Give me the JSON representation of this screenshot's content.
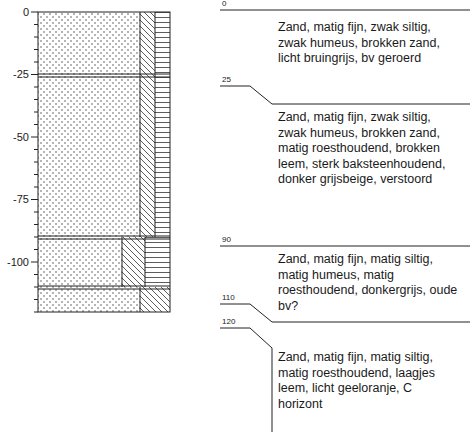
{
  "diagram": {
    "labels": [
      "0",
      "-25",
      "-50",
      "-75",
      "-100",
      "0",
      "Zand, matig fijn, zwak siltig, zwak humeus, brokken zand, licht bruingrijs, bv geroerd",
      "25",
      "Zand, matig fijn, zwak siltig, zwak humeus, brokken zand, matig roesthoudend, brokken leem, sterk baksteenhoudend, donker grijsbeige, verstoord",
      "90",
      "Zand, matig fijn, matig siltig, matig humeus, matig roesthoudend, donkergrijs, oude bv?",
      "110",
      "120",
      "Zand, matig fijn, matig siltig, matig roesthoudend, laagjes leem, licht geeloranje, C horizont"
    ]
  }
}
